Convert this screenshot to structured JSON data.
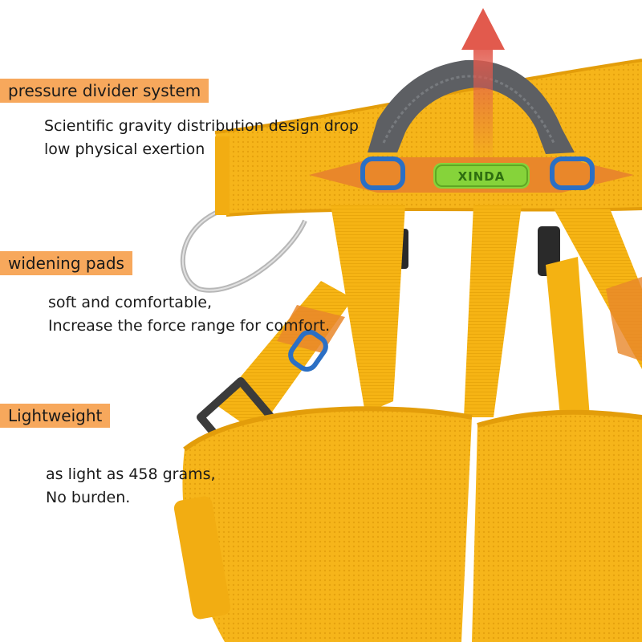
{
  "features": [
    {
      "title": "pressure divider system",
      "lines": [
        "Scientific gravity distribution design drop",
        "low physical exertion"
      ]
    },
    {
      "title": "widening pads",
      "lines": [
        "soft and comfortable,",
        "Increase the force range for comfort."
      ]
    },
    {
      "title": "Lightweight",
      "lines": [
        "as light as 458 grams,",
        "No burden."
      ]
    }
  ],
  "brand_logo": "XINDA",
  "colors": {
    "label_bg": "#f7a85c",
    "harness": "#f7b614",
    "webbing": "#f3ae10",
    "arrow": "#d9584a",
    "loop_grey": "#5d5f63",
    "logo_green": "#86d33a"
  }
}
